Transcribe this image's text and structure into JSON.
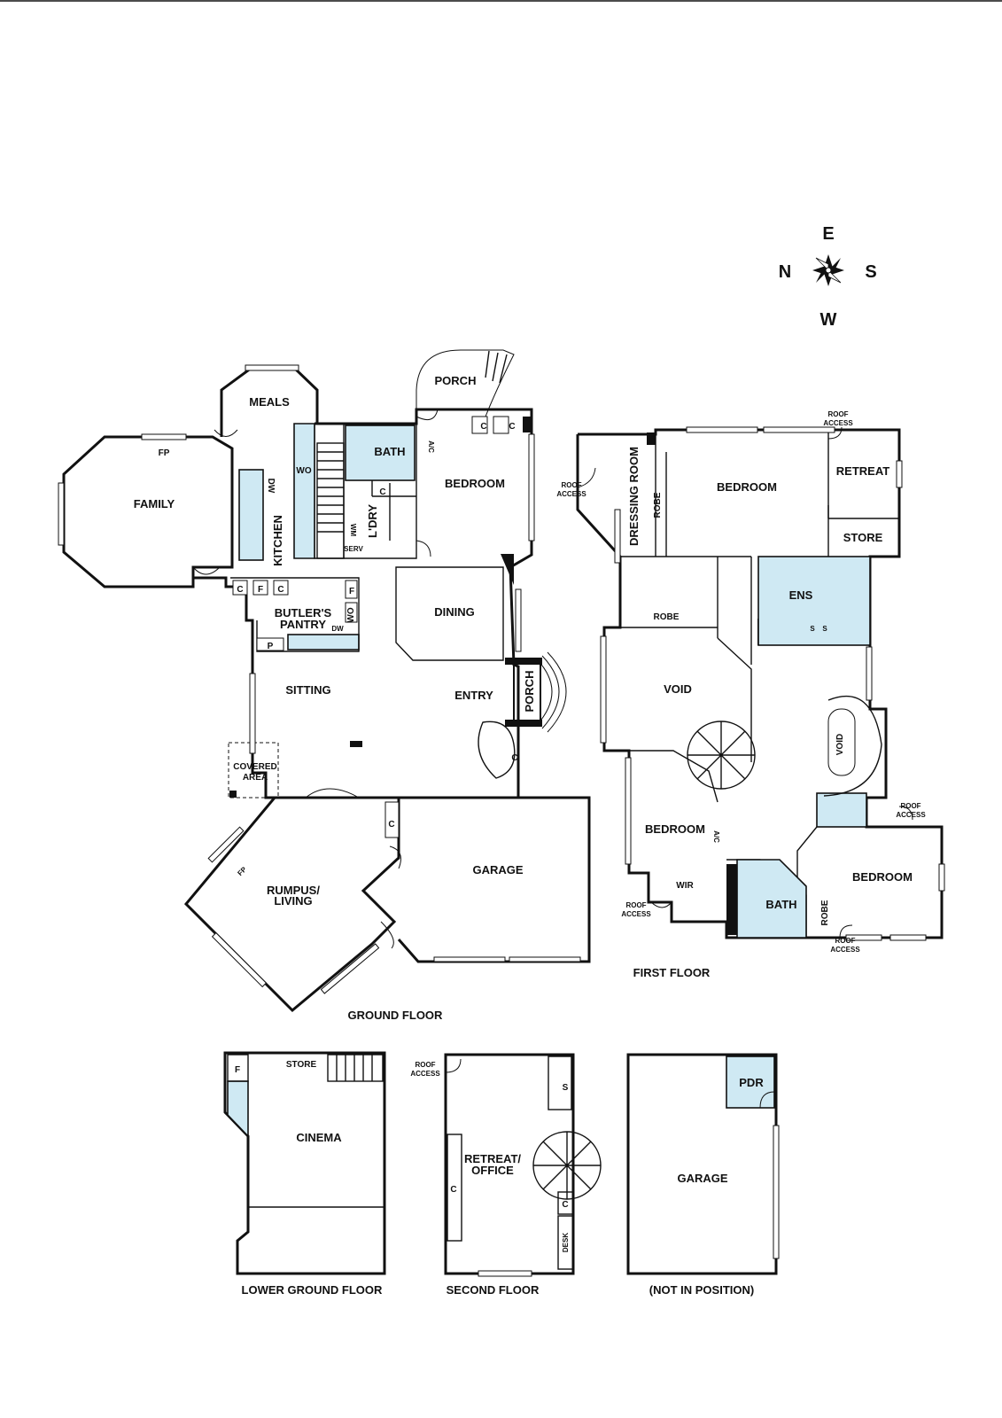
{
  "compass": {
    "north": "N",
    "east": "E",
    "south": "S",
    "west": "W"
  },
  "ground_floor": {
    "title": "GROUND FLOOR",
    "rooms": {
      "porch_north": "PORCH",
      "meals": "MEALS",
      "family": "FAMILY",
      "kitchen": "KITCHEN",
      "wo": "WO",
      "bath": "BATH",
      "ac": "A/C",
      "bedroom": "BEDROOM",
      "ldry": "L'DRY",
      "serv": "SERV",
      "wm": "WM",
      "dw": "DW",
      "fp": "FP",
      "c": "C",
      "f": "F",
      "p": "P",
      "butlers_pantry": "BUTLER'S",
      "butlers_pantry_2": "PANTRY",
      "dining": "DINING",
      "sitting": "SITTING",
      "entry": "ENTRY",
      "porch_entry": "PORCH",
      "covered_area": "COVERED",
      "covered_area_2": "AREA",
      "rumpus": "RUMPUS/",
      "rumpus_2": "LIVING",
      "garage": "GARAGE"
    }
  },
  "first_floor": {
    "title": "FIRST FLOOR",
    "rooms": {
      "roof_access": "ROOF",
      "roof_access_2": "ACCESS",
      "dressing_room": "DRESSING ROOM",
      "robe": "ROBE",
      "bedroom": "BEDROOM",
      "retreat": "RETREAT",
      "store": "STORE",
      "ens": "ENS",
      "s": "S",
      "void": "VOID",
      "void_stair": "VOID",
      "ac": "A/C",
      "wir": "WIR",
      "bath": "BATH"
    }
  },
  "lower_ground_floor": {
    "title": "LOWER GROUND FLOOR",
    "rooms": {
      "f": "F",
      "store": "STORE",
      "cinema": "CINEMA"
    }
  },
  "second_floor": {
    "title": "SECOND FLOOR",
    "rooms": {
      "roof_access": "ROOF",
      "roof_access_2": "ACCESS",
      "s": "S",
      "retreat_office": "RETREAT/",
      "retreat_office_2": "OFFICE",
      "c": "C",
      "desk": "DESK"
    }
  },
  "garage_plan": {
    "title": "(NOT IN POSITION)",
    "rooms": {
      "pdr": "PDR",
      "garage": "GARAGE"
    }
  }
}
